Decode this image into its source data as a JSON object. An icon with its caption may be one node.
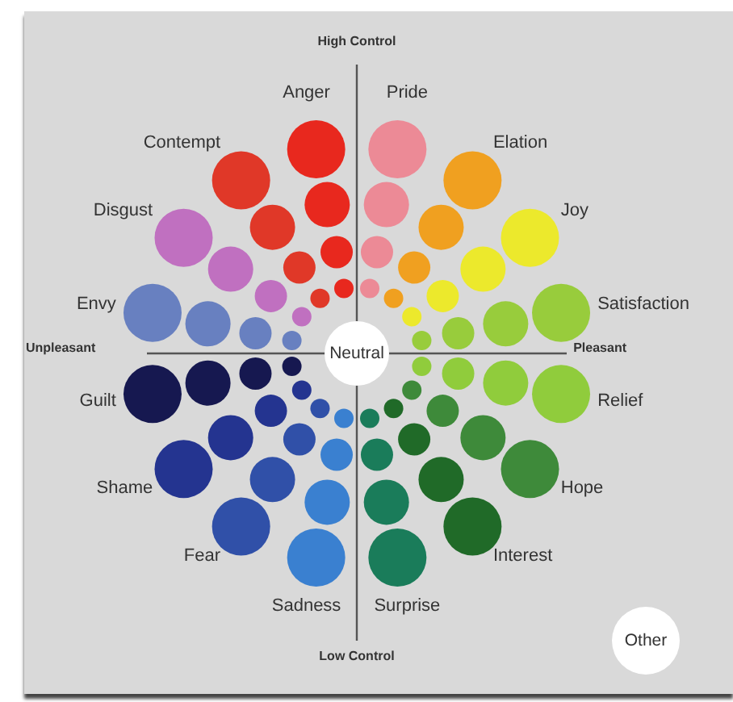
{
  "diagram": {
    "nodes": [
      {
        "text": [
          "Neutral"
        ]
      },
      {
        "text": [
          "Other"
        ]
      }
    ],
    "edges": [],
    "labels": [
      "High Control",
      "Anger",
      "Pride",
      "Contempt",
      "Elation",
      "Disgust",
      "Joy",
      "Envy",
      "Satisfaction",
      "Unpleasant",
      "Pleasant",
      "Guilt",
      "Relief",
      "Shame",
      "Hope",
      "Fear",
      "Interest",
      "Sadness",
      "Surprise",
      "Low Control"
    ]
  }
}
